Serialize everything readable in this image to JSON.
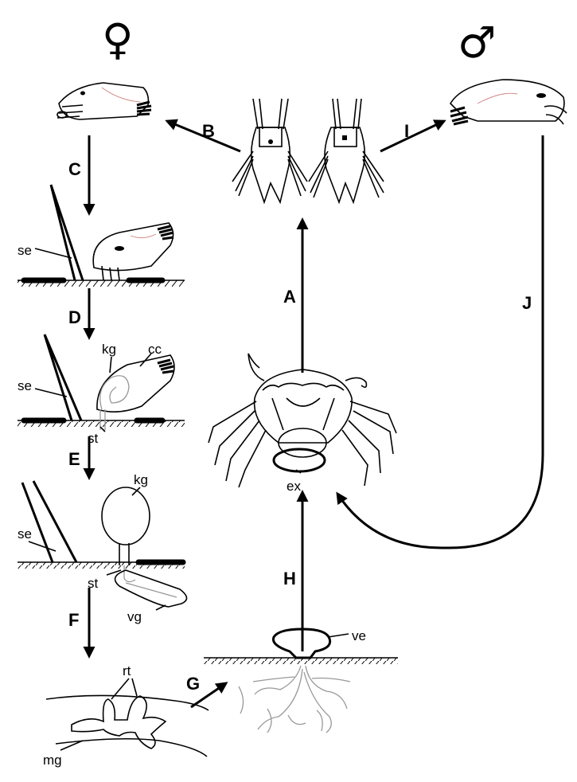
{
  "symbols": {
    "female": "♀",
    "male": "♂"
  },
  "steps": {
    "A": "A",
    "B": "B",
    "C": "C",
    "D": "D",
    "E": "E",
    "F": "F",
    "G": "G",
    "H": "H",
    "I": "I",
    "J": "J"
  },
  "labels": {
    "se1": "se",
    "se2": "se",
    "se3": "se",
    "kg1": "kg",
    "kg2": "kg",
    "cc": "cc",
    "st1": "st",
    "st2": "st",
    "vg": "vg",
    "rt": "rt",
    "mg": "mg",
    "ve": "ve",
    "ex": "ex"
  }
}
